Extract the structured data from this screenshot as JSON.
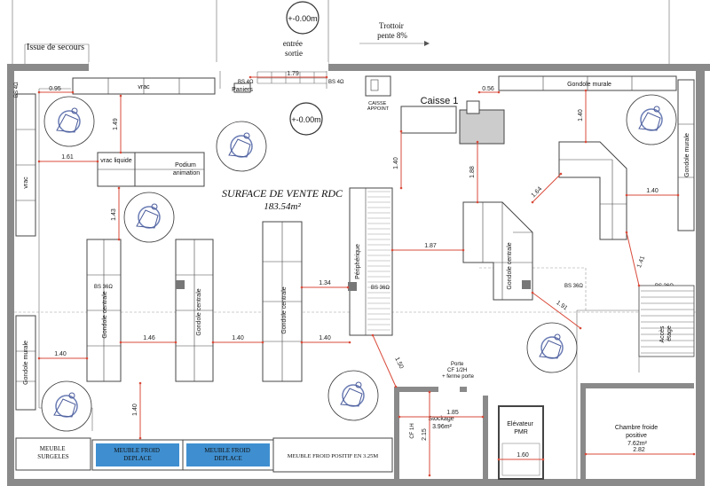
{
  "outside": {
    "exit_label": "Issue de secours",
    "level_top": "+-0.00m",
    "entrance_label": "entrée\nsortie",
    "sidewalk_label": "Trottoir\npente 8%"
  },
  "room": {
    "title": "SURFACE DE VENTE RDC",
    "area": "183.54m²",
    "level_inside": "+-0.00m"
  },
  "fixtures": {
    "vrac_top": "vrac",
    "vrac_left": "vrac",
    "vrac_liquide": "vrac liquide",
    "podium": "Podium\nanimation",
    "paniers": "Paniers",
    "caisse_appoint": "CAISSE\nAPPOINT",
    "caisse": "Caisse 1",
    "gondole_murale_top": "Gondole murale",
    "gondole_murale_right": "Gondole murale",
    "gondole_murale_left": "Gondole murale",
    "gondole_centrale_1": "Gondole centrale",
    "gondole_centrale_2": "Gondole centrale",
    "gondole_centrale_3": "Gondole centrale",
    "gondole_centrale_4": "Gondole centrale",
    "peripherique": "Périphérique",
    "meuble_surgeles": "MEUBLE\nSURGELES",
    "meuble_froid_1": "MEUBLE FROID\nDEPLACE",
    "meuble_froid_2": "MEUBLE FROID\nDEPLACE",
    "meuble_froid_positif": "MEUBLE FROID POSITIF EN 3.25M",
    "stockage": "Stockage\n3.96m²",
    "elevateur": "Elévateur\nPMR",
    "chambre_froide": "Chambre froide\npositive\n7.62m²",
    "porte": "Porte\nCF 1/2H\n+ ferme porte",
    "cf": "CF 1H",
    "stair": "Accès\nétage"
  },
  "tags": {
    "bs_top": "BS 4Ω",
    "bs_left": "BS 4Ω",
    "bs_right": "BS 4Ω",
    "bs_mid1": "BS 36Ω",
    "bs_mid2": "BS 36Ω",
    "bs_mid3": "BS 36Ω",
    "bs_mid4": "BS 36Ω"
  },
  "dimensions": {
    "d095": "0.95",
    "d179": "1.79",
    "d149": "1.49",
    "d161": "1.61",
    "d143": "1.43",
    "d140a": "1.40",
    "d146": "1.46",
    "d140b": "1.40",
    "d140c": "1.40",
    "d140d": "1.40",
    "d134": "1.34",
    "d140e": "1.40",
    "d187": "1.87",
    "d188": "1.88",
    "d056": "0.56",
    "d140f": "1.40",
    "d164": "1.64",
    "d140g": "1.40",
    "d141": "1.41",
    "d191": "1.91",
    "d150": "1.50",
    "d185": "1.85",
    "d215": "2.15",
    "d160": "1.60",
    "d282": "2.82"
  }
}
